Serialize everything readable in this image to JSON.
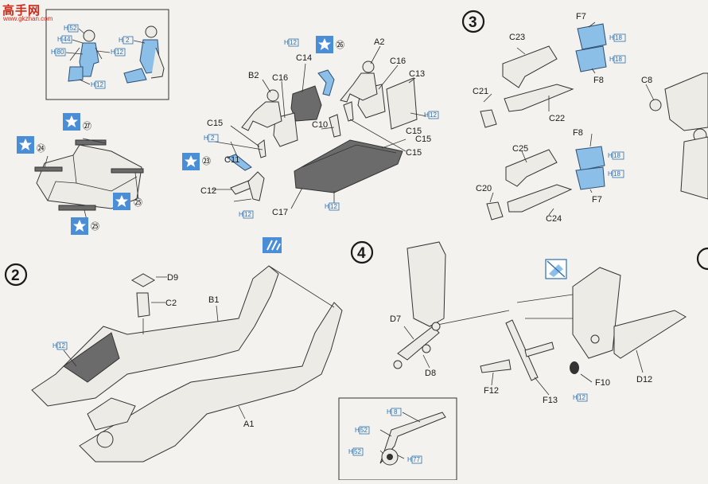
{
  "site_logo": {
    "text": "高手网",
    "subtitle": "www.gkzhan.com"
  },
  "steps": [
    "3",
    "2",
    "4"
  ],
  "parts": {
    "A1": "A1",
    "A2": "A2",
    "B1": "B1",
    "B2": "B2",
    "C2": "C2",
    "C8": "C8",
    "C10": "C10",
    "C11": "C11",
    "C12": "C12",
    "C13": "C13",
    "C14": "C14",
    "C15": "C15",
    "C16": "C16",
    "C17": "C17",
    "C20": "C20",
    "C21": "C21",
    "C22": "C22",
    "C23": "C23",
    "C24": "C24",
    "C25": "C25",
    "D7": "D7",
    "D8": "D8",
    "D9": "D9",
    "D12": "D12",
    "F7": "F7",
    "F8": "F8",
    "F10": "F10",
    "F12": "F12",
    "F13": "F13"
  },
  "paint_codes": {
    "H2": "H",
    "H8": "H",
    "H12": "H",
    "H18": "H",
    "H44": "H",
    "H52": "H",
    "H77": "H",
    "H80": "H"
  },
  "paint_numbers": {
    "n2": "2",
    "n8": "8",
    "n12": "12",
    "n18": "18",
    "n44": "44",
    "n52": "52",
    "n77": "77",
    "n80": "80"
  },
  "decal_numbers": [
    "㉓",
    "㉔",
    "㉕",
    "㉖",
    "㉗"
  ],
  "colors": {
    "paint_blue": "#2f6fae",
    "part_blue": "#8cbfe8",
    "star_blue": "#4a8ed8",
    "logo_red": "#cc2a1a"
  },
  "icons": [
    "star-decal-icon",
    "decal-sheet-icon",
    "no-glue-icon"
  ]
}
